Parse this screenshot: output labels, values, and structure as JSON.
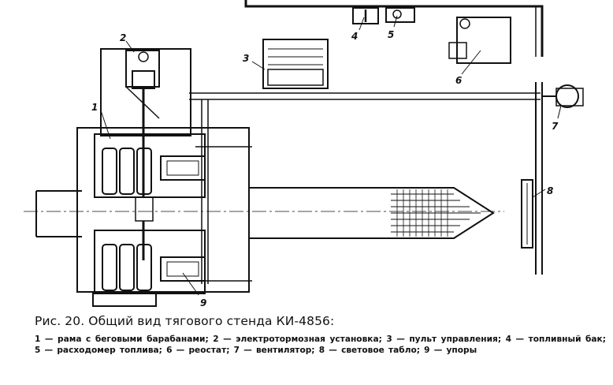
{
  "figure": {
    "labels": [
      {
        "id": "1",
        "text": "1"
      },
      {
        "id": "2",
        "text": "2"
      },
      {
        "id": "3",
        "text": "3"
      },
      {
        "id": "4",
        "text": "4"
      },
      {
        "id": "5",
        "text": "5"
      },
      {
        "id": "6",
        "text": "6"
      },
      {
        "id": "7",
        "text": "7"
      },
      {
        "id": "8",
        "text": "8"
      },
      {
        "id": "9",
        "text": "9"
      }
    ]
  },
  "caption": {
    "title": "Рис. 20. Общий вид тягового стенда КИ-4856:",
    "legend": "1 — рама с беговыми барабанами; 2 — электротормозная установка; 3 — пульт управления; 4 — топливный бак; 5 — расходомер топлива; 6 — реостат; 7 — вентилятор; 8 — световое табло; 9 — упоры"
  }
}
